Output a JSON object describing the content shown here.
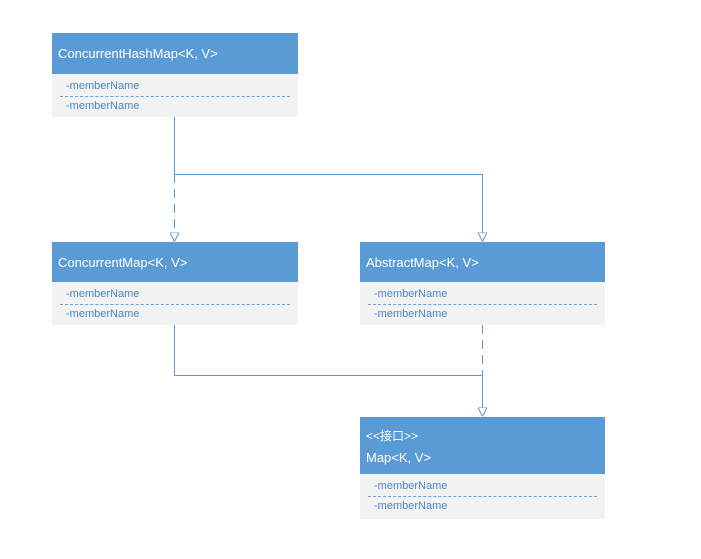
{
  "classes": {
    "concurrent_hash_map": {
      "name": "ConcurrentHashMap<K, V>",
      "members": [
        "-memberName",
        "-memberName"
      ]
    },
    "concurrent_map": {
      "name": "ConcurrentMap<K, V>",
      "members": [
        "-memberName",
        "-memberName"
      ]
    },
    "abstract_map": {
      "name": "AbstractMap<K, V>",
      "members": [
        "-memberName",
        "-memberName"
      ]
    },
    "map": {
      "stereotype": "<<接口>>",
      "name": "Map<K, V>",
      "members": [
        "-memberName",
        "-memberName"
      ]
    }
  },
  "relations": [
    {
      "from": "ConcurrentHashMap<K, V>",
      "to": "ConcurrentMap<K, V>",
      "kind": "realization"
    },
    {
      "from": "ConcurrentHashMap<K, V>",
      "to": "AbstractMap<K, V>",
      "kind": "generalization"
    },
    {
      "from": "ConcurrentMap<K, V>",
      "to": "Map<K, V>",
      "kind": "generalization"
    },
    {
      "from": "AbstractMap<K, V>",
      "to": "Map<K, V>",
      "kind": "realization"
    }
  ],
  "colors": {
    "header": "#5b9bd5",
    "body": "#f2f2f2",
    "member_text": "#4a86c5",
    "connector": "#5b9bd5"
  }
}
